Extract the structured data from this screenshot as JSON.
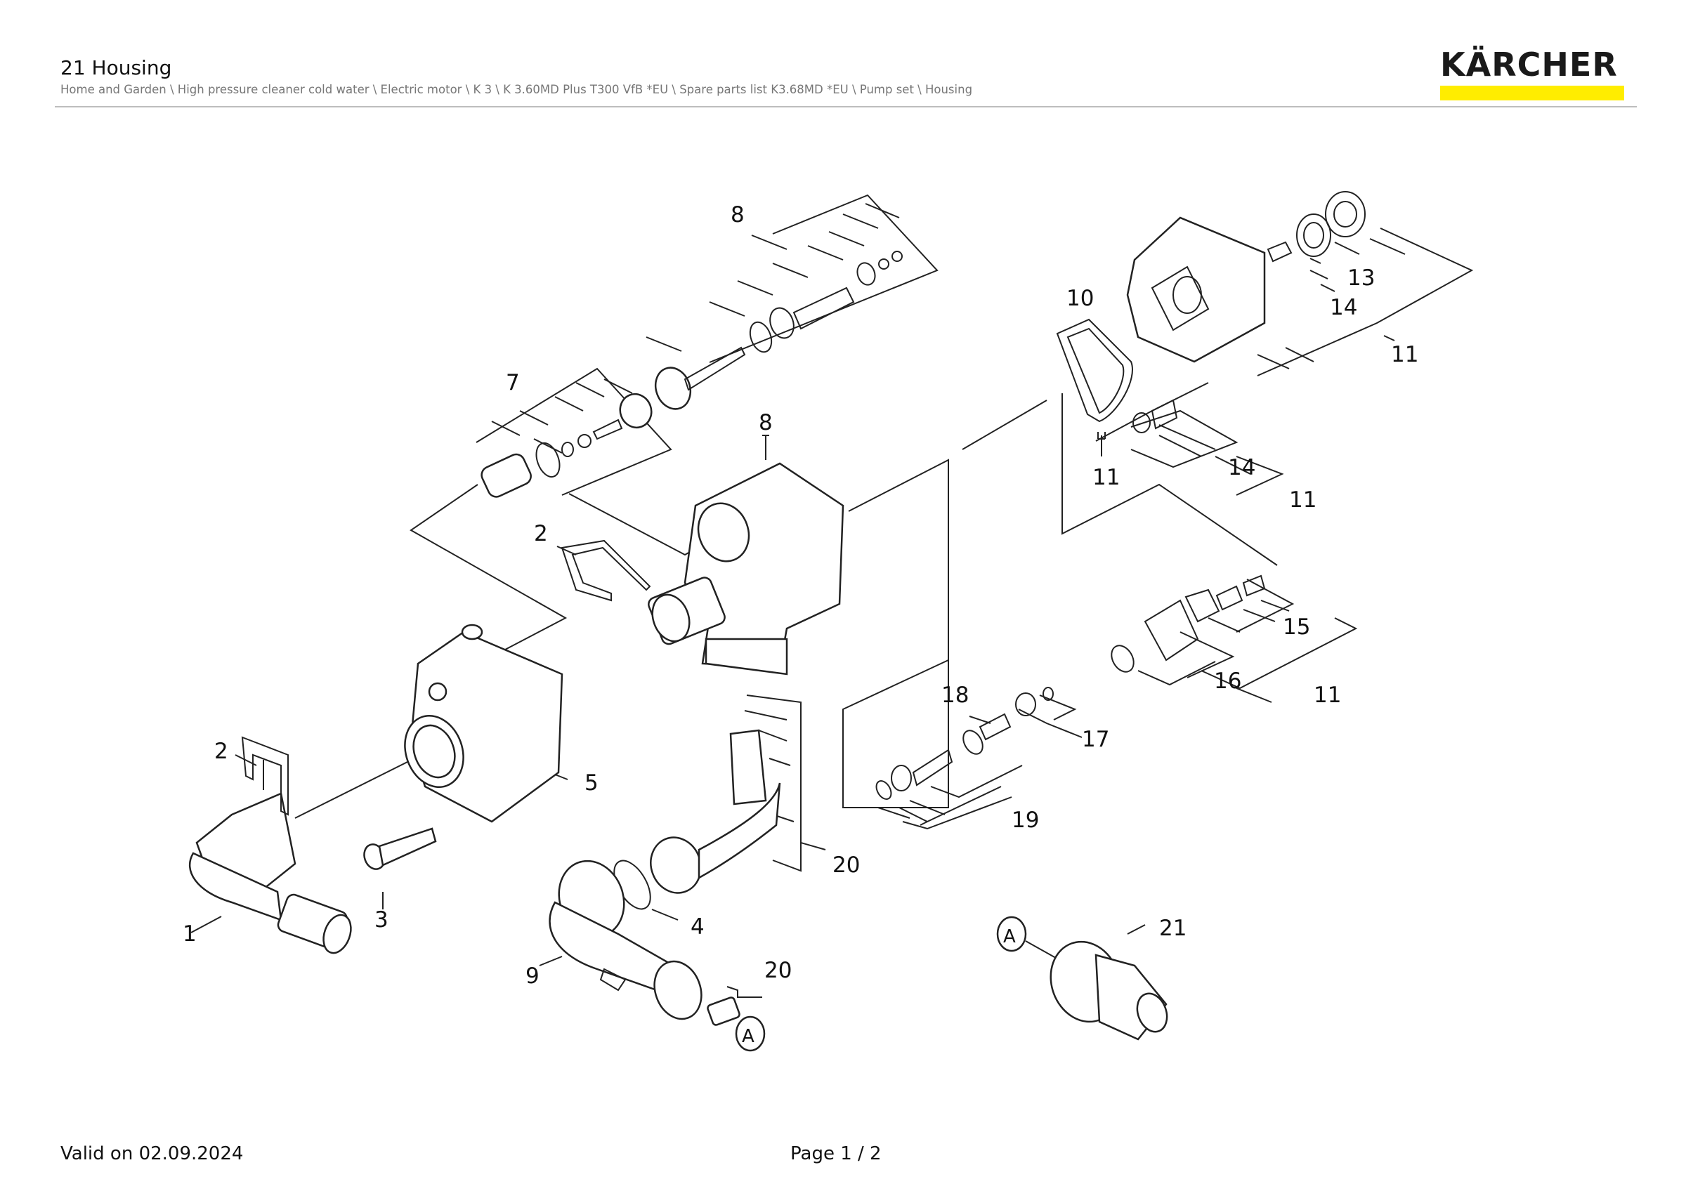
{
  "header": {
    "title": "21 Housing",
    "breadcrumb": "Home and Garden \\ High pressure cleaner cold water \\ Electric motor \\ K 3 \\ K 3.60MD Plus T300 VfB *EU \\ Spare parts list K3.68MD *EU \\ Pump set \\ Housing"
  },
  "brand": {
    "name": "KÄRCHER",
    "accent_color": "#ffed00"
  },
  "drawing": {
    "callouts": {
      "c8a": "8",
      "c7": "7",
      "c8b": "8",
      "c2a": "2",
      "c2b": "2",
      "c5": "5",
      "c1": "1",
      "c3": "3",
      "c4": "4",
      "c9": "9",
      "c20a": "20",
      "c20b": "20",
      "c10": "10",
      "c11a": "11",
      "c11b": "11",
      "c11c": "11",
      "c11d": "11",
      "c13": "13",
      "c14a": "14",
      "c14b": "14",
      "c15": "15",
      "c16": "16",
      "c17": "17",
      "c18": "18",
      "c19": "19",
      "c21": "21",
      "refA1": "A",
      "refA2": "A"
    }
  },
  "footer": {
    "valid": "Valid on 02.09.2024",
    "page": "Page 1 / 2"
  }
}
